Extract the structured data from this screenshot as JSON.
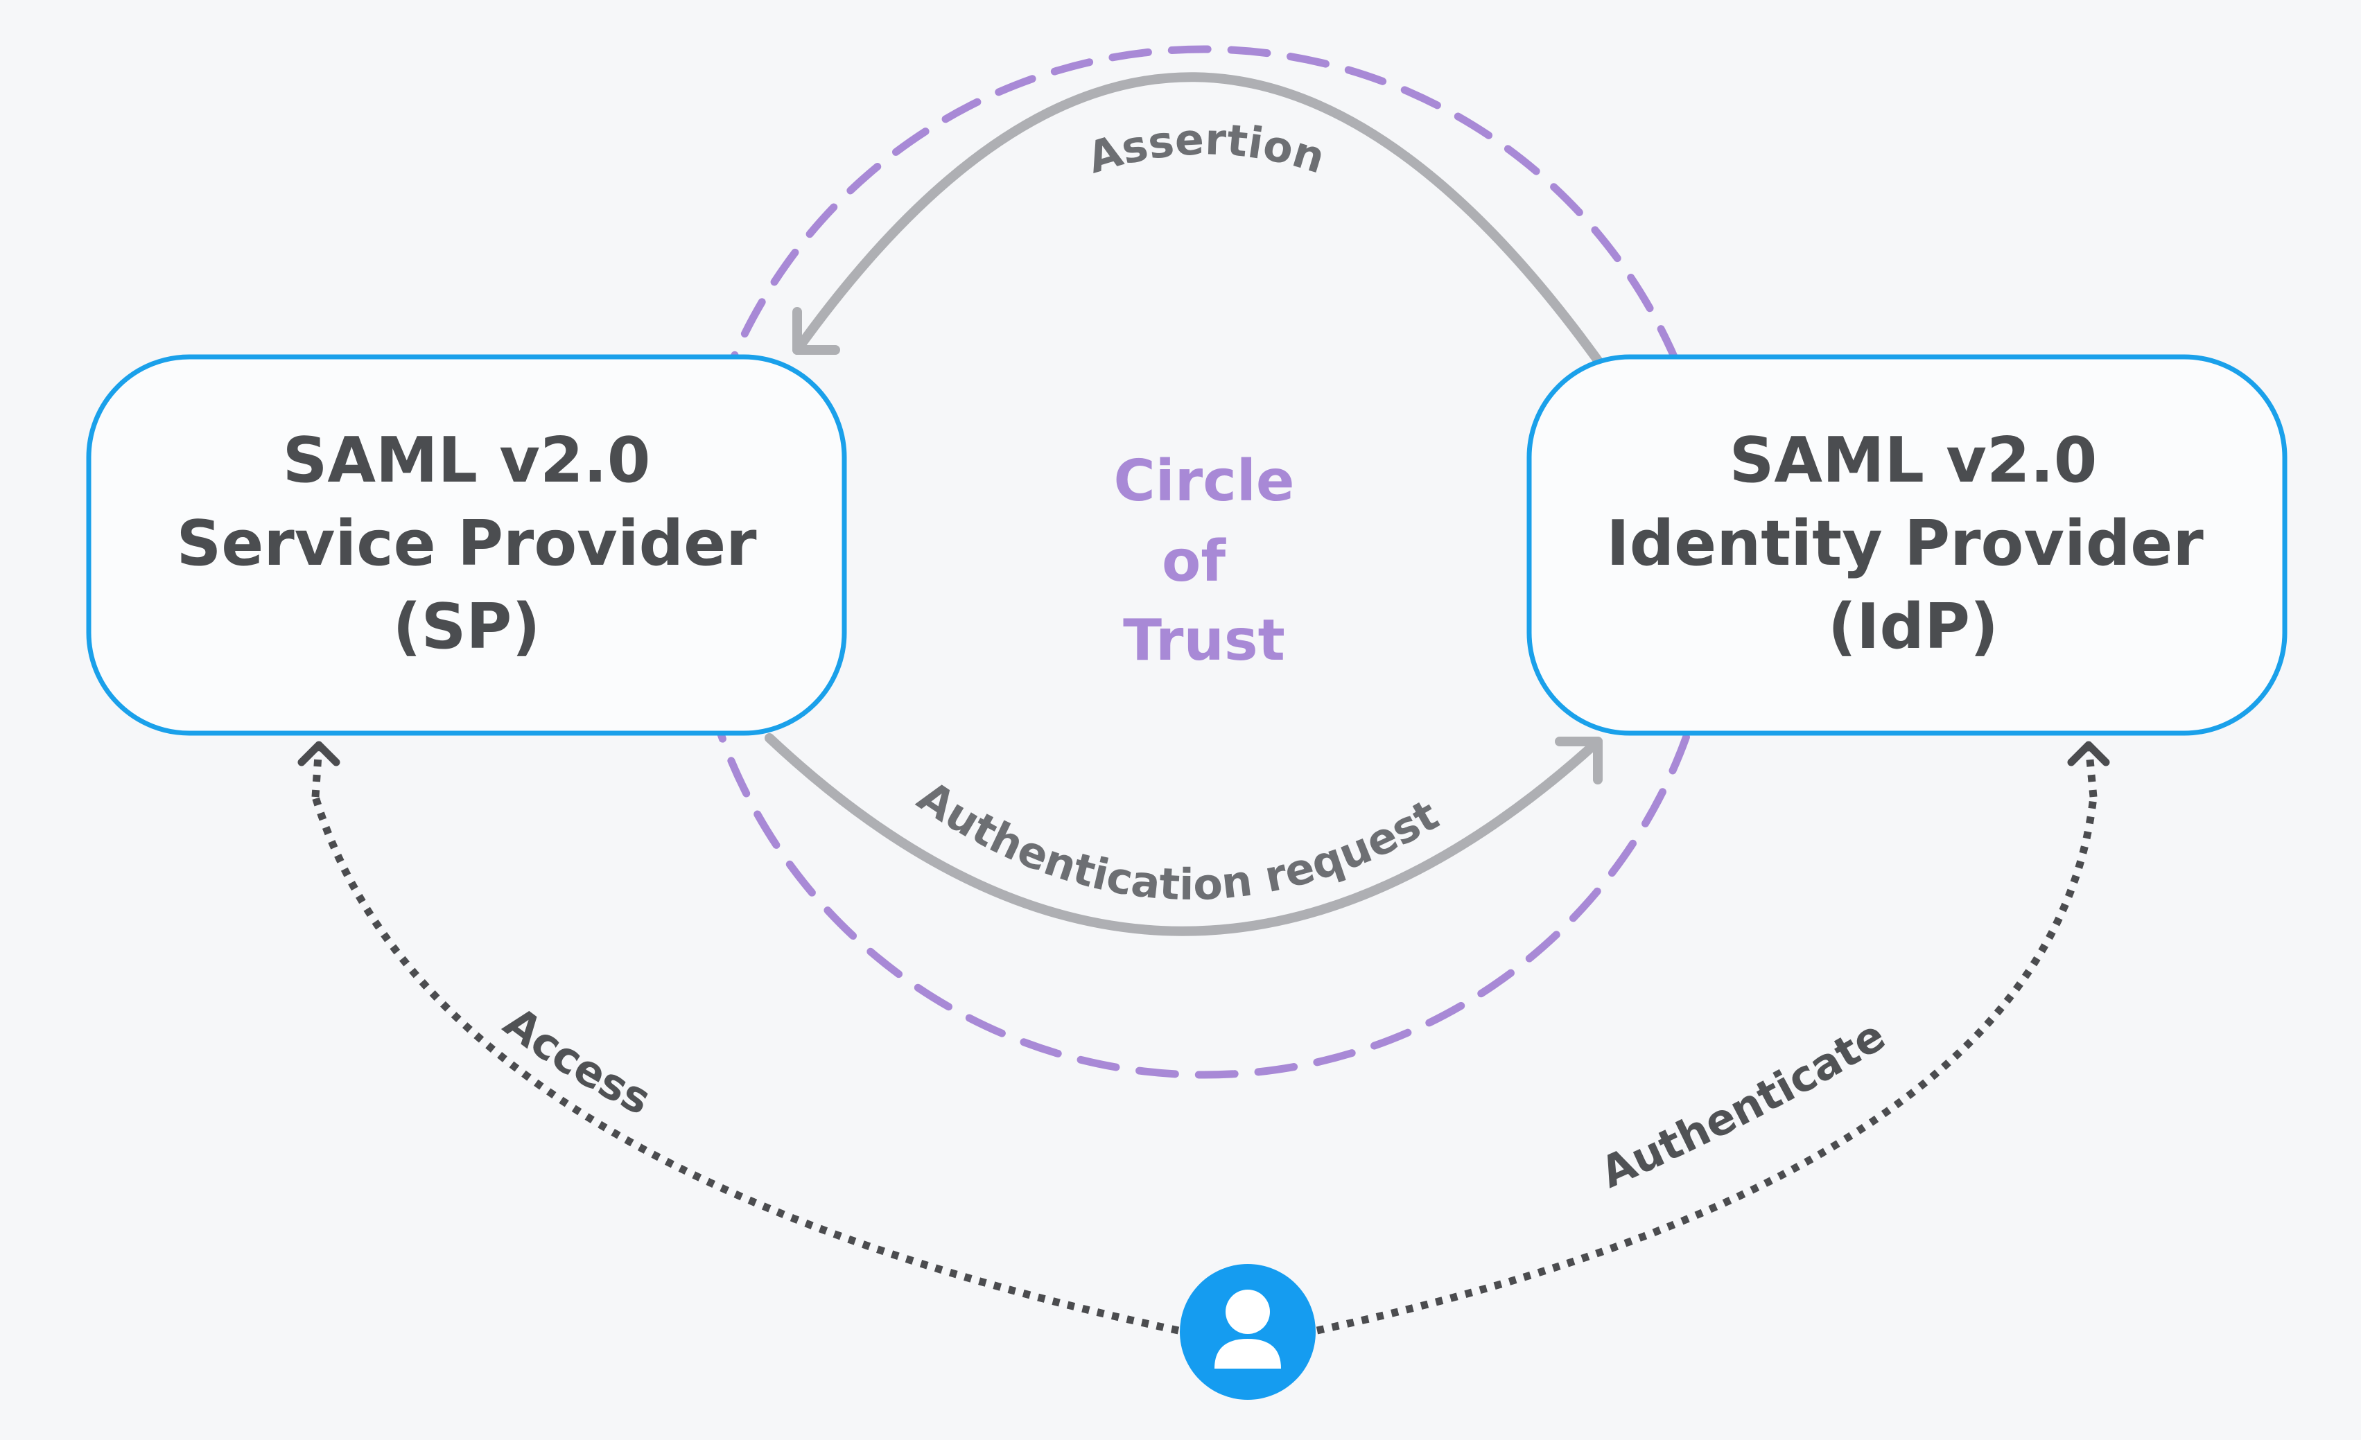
{
  "service_provider": {
    "line1": "SAML v2.0",
    "line2": "Service Provider",
    "line3": "(SP)"
  },
  "identity_provider": {
    "line1": "SAML v2.0",
    "line2": "Identity Provider",
    "line3": "(IdP)"
  },
  "circle_of_trust": {
    "line1": "Circle",
    "line2": "of",
    "line3": "Trust"
  },
  "edges": {
    "assertion": "Assertion",
    "authentication_request": "Authentication request",
    "access": "Access",
    "authenticate": "Authenticate"
  },
  "user": {
    "icon": "user-icon"
  },
  "colors": {
    "background": "#f6f7f9",
    "box_border": "#1aa0ea",
    "box_fill": "#fbfcfd",
    "circle_of_trust": "#a889d6",
    "solid_arrow": "#aeafb3",
    "dotted_arrow": "#4b4c4f",
    "user_icon": "#159cf0",
    "text": "#4b4d50"
  }
}
